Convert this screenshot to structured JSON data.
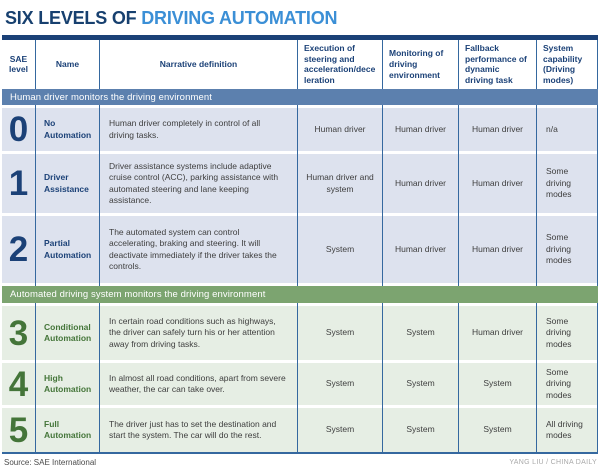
{
  "title": {
    "prefix": "SIX LEVELS OF ",
    "highlight": "DRIVING AUTOMATION"
  },
  "colors": {
    "title_dark": "#17406f",
    "title_blue": "#3b8fd6",
    "rule_navy": "#1b4177",
    "grid_line_blue": "#35689f",
    "band_blue": "#5c80ae",
    "band_green": "#7ca470",
    "row_bg_blue": "#dde2ee",
    "row_bg_green": "#e6eee4",
    "level_navy": "#1b4177",
    "level_green": "#447539",
    "body_text": "#3e3e3e"
  },
  "table": {
    "headers": [
      "SAE level",
      "Name",
      "Narrative definition",
      "Execution of steering and acceleration/deceleration",
      "Monitoring of driving environment",
      "Fallback performance of dynamic driving task",
      "System capability (Driving modes)"
    ],
    "sections": [
      {
        "label": "Human driver monitors the driving environment"
      },
      {
        "label": "Automated driving system monitors the driving environment"
      }
    ],
    "rows": [
      {
        "level": "0",
        "name": "No Automation",
        "definition": "Human driver completely in control of all driving tasks.",
        "execution": "Human driver",
        "monitoring": "Human driver",
        "fallback": "Human driver",
        "capability": "n/a"
      },
      {
        "level": "1",
        "name": "Driver Assistance",
        "definition": "Driver assistance systems include adaptive cruise control (ACC), parking assistance with automated steering and lane keeping assistance.",
        "execution": "Human driver and system",
        "monitoring": "Human driver",
        "fallback": "Human driver",
        "capability": "Some driving modes"
      },
      {
        "level": "2",
        "name": "Partial Automation",
        "definition": "The automated system can control accelerating, braking and steering. It will deactivate immediately if the driver takes the controls.",
        "execution": "System",
        "monitoring": "Human driver",
        "fallback": "Human driver",
        "capability": "Some driving modes"
      },
      {
        "level": "3",
        "name": "Conditional Automation",
        "definition": "In certain road conditions such as highways, the driver can safely turn his or her attention away from driving tasks.",
        "execution": "System",
        "monitoring": "System",
        "fallback": "Human driver",
        "capability": "Some driving modes"
      },
      {
        "level": "4",
        "name": "High Automation",
        "definition": "In almost all road conditions, apart from severe weather, the car can take over.",
        "execution": "System",
        "monitoring": "System",
        "fallback": "System",
        "capability": "Some driving modes"
      },
      {
        "level": "5",
        "name": "Full Automation",
        "definition": "The driver just has to set the destination and start the system. The car will do the rest.",
        "execution": "System",
        "monitoring": "System",
        "fallback": "System",
        "capability": "All driving modes"
      }
    ]
  },
  "footer": {
    "source": "Source: SAE International",
    "credit": "YANG LIU / CHINA DAILY"
  },
  "chart_data": {
    "type": "table",
    "title": "SIX LEVELS OF DRIVING AUTOMATION",
    "columns": [
      "SAE level",
      "Name",
      "Narrative definition",
      "Execution of steering and acceleration/deceleration",
      "Monitoring of driving environment",
      "Fallback performance of dynamic driving task",
      "System capability (Driving modes)"
    ],
    "section_bands": [
      "Human driver monitors the driving environment",
      "Automated driving system monitors the driving environment"
    ],
    "rows": [
      [
        "0",
        "No Automation",
        "Human driver completely in control of all driving tasks.",
        "Human driver",
        "Human driver",
        "Human driver",
        "n/a"
      ],
      [
        "1",
        "Driver Assistance",
        "Driver assistance systems include adaptive cruise control (ACC), parking assistance with automated steering and lane keeping assistance.",
        "Human driver and system",
        "Human driver",
        "Human driver",
        "Some driving modes"
      ],
      [
        "2",
        "Partial Automation",
        "The automated system can control accelerating, braking and steering. It will deactivate immediately if the driver takes the controls.",
        "System",
        "Human driver",
        "Human driver",
        "Some driving modes"
      ],
      [
        "3",
        "Conditional Automation",
        "In certain road conditions such as highways, the driver can safely turn his or her attention away from driving tasks.",
        "System",
        "System",
        "Human driver",
        "Some driving modes"
      ],
      [
        "4",
        "High Automation",
        "In almost all road conditions, apart from severe weather, the car can take over.",
        "System",
        "System",
        "System",
        "Some driving modes"
      ],
      [
        "5",
        "Full Automation",
        "The driver just has to set the destination and start the system. The car will do the rest.",
        "System",
        "System",
        "System",
        "All driving modes"
      ]
    ],
    "source": "Source: SAE International",
    "credit": "YANG LIU / CHINA DAILY"
  }
}
